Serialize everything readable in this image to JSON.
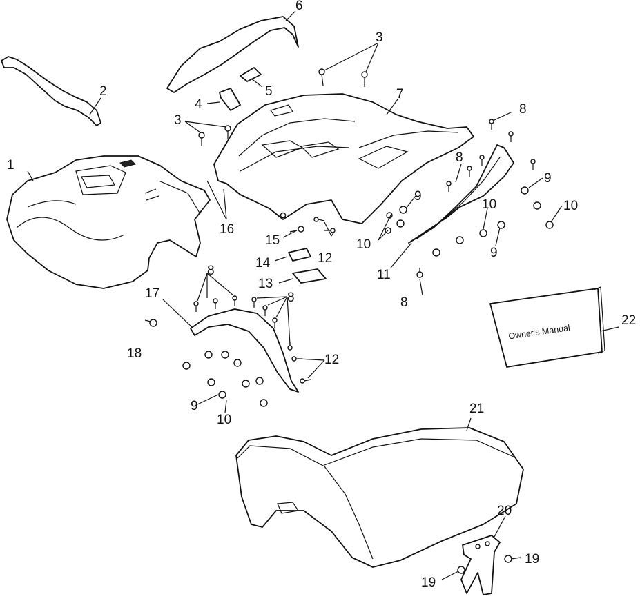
{
  "diagram": {
    "manual_label": "Owner's Manual",
    "callouts": [
      "1",
      "2",
      "3",
      "3",
      "4",
      "5",
      "6",
      "7",
      "8",
      "8",
      "8",
      "8",
      "8",
      "9",
      "9",
      "9",
      "9",
      "10",
      "10",
      "10",
      "10",
      "11",
      "12",
      "12",
      "13",
      "14",
      "15",
      "16",
      "17",
      "18",
      "19",
      "19",
      "20",
      "21",
      "22"
    ]
  }
}
